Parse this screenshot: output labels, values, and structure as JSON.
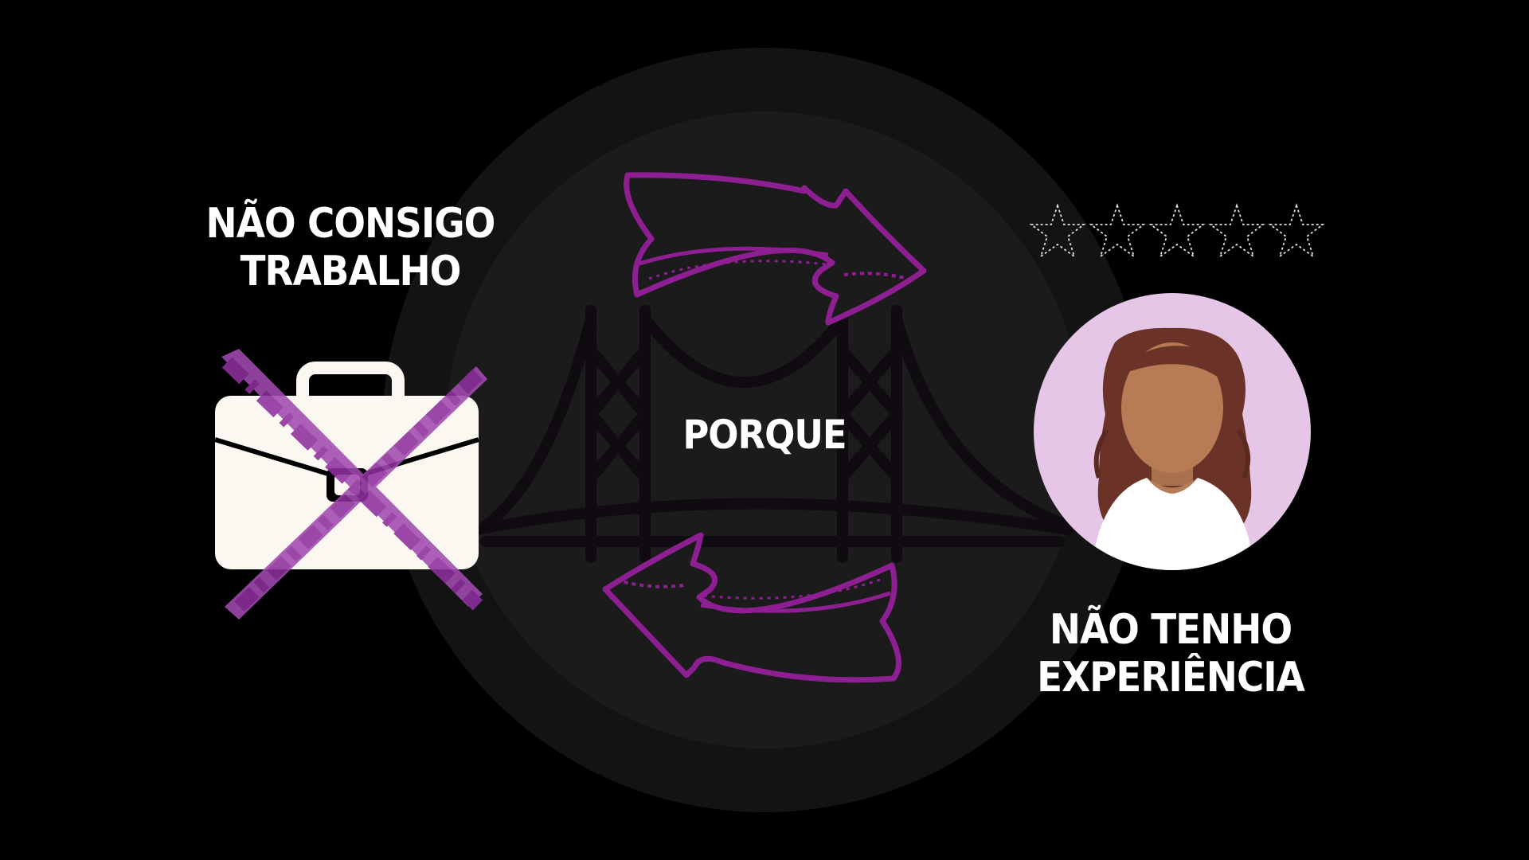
{
  "captions": {
    "left_line1": "NÃO CONSIGO",
    "left_line2": "TRABALHO",
    "center": "PORQUE",
    "right_line1": "NÃO TENHO",
    "right_line2": "EXPERIÊNCIA"
  },
  "rating": {
    "filled": 0,
    "max": 5
  },
  "icons": {
    "left": "briefcase-icon",
    "left_overlay": "cross-x-icon",
    "center_top": "curved-arrow-right-icon",
    "center_bottom": "curved-arrow-left-icon",
    "background": "bridge-icon",
    "right": "person-avatar-icon"
  },
  "colors": {
    "background": "#000000",
    "circle": "#1a1a1a",
    "accent": "#8e1f93",
    "cross": "#a24bb0",
    "avatar_bg": "#e6c6e6",
    "skin": "#b77c56",
    "hair": "#6b3328",
    "text": "#ffffff"
  }
}
